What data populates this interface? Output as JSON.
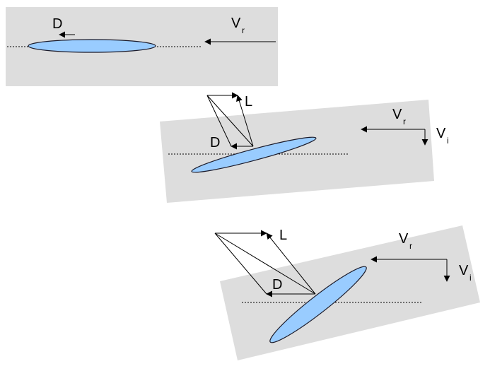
{
  "panels": [
    {
      "drag_label": "D",
      "relative_wind_label": "V",
      "relative_wind_sub": "r"
    },
    {
      "lift_label": "L",
      "drag_label": "D",
      "relative_wind_label": "V",
      "relative_wind_sub": "r",
      "induced_label": "V",
      "induced_sub": "i"
    },
    {
      "lift_label": "L",
      "drag_label": "D",
      "relative_wind_label": "V",
      "relative_wind_sub": "r",
      "induced_label": "V",
      "induced_sub": "i"
    }
  ],
  "colors": {
    "panel": "#dddddd",
    "airfoil": "#99ccff"
  }
}
